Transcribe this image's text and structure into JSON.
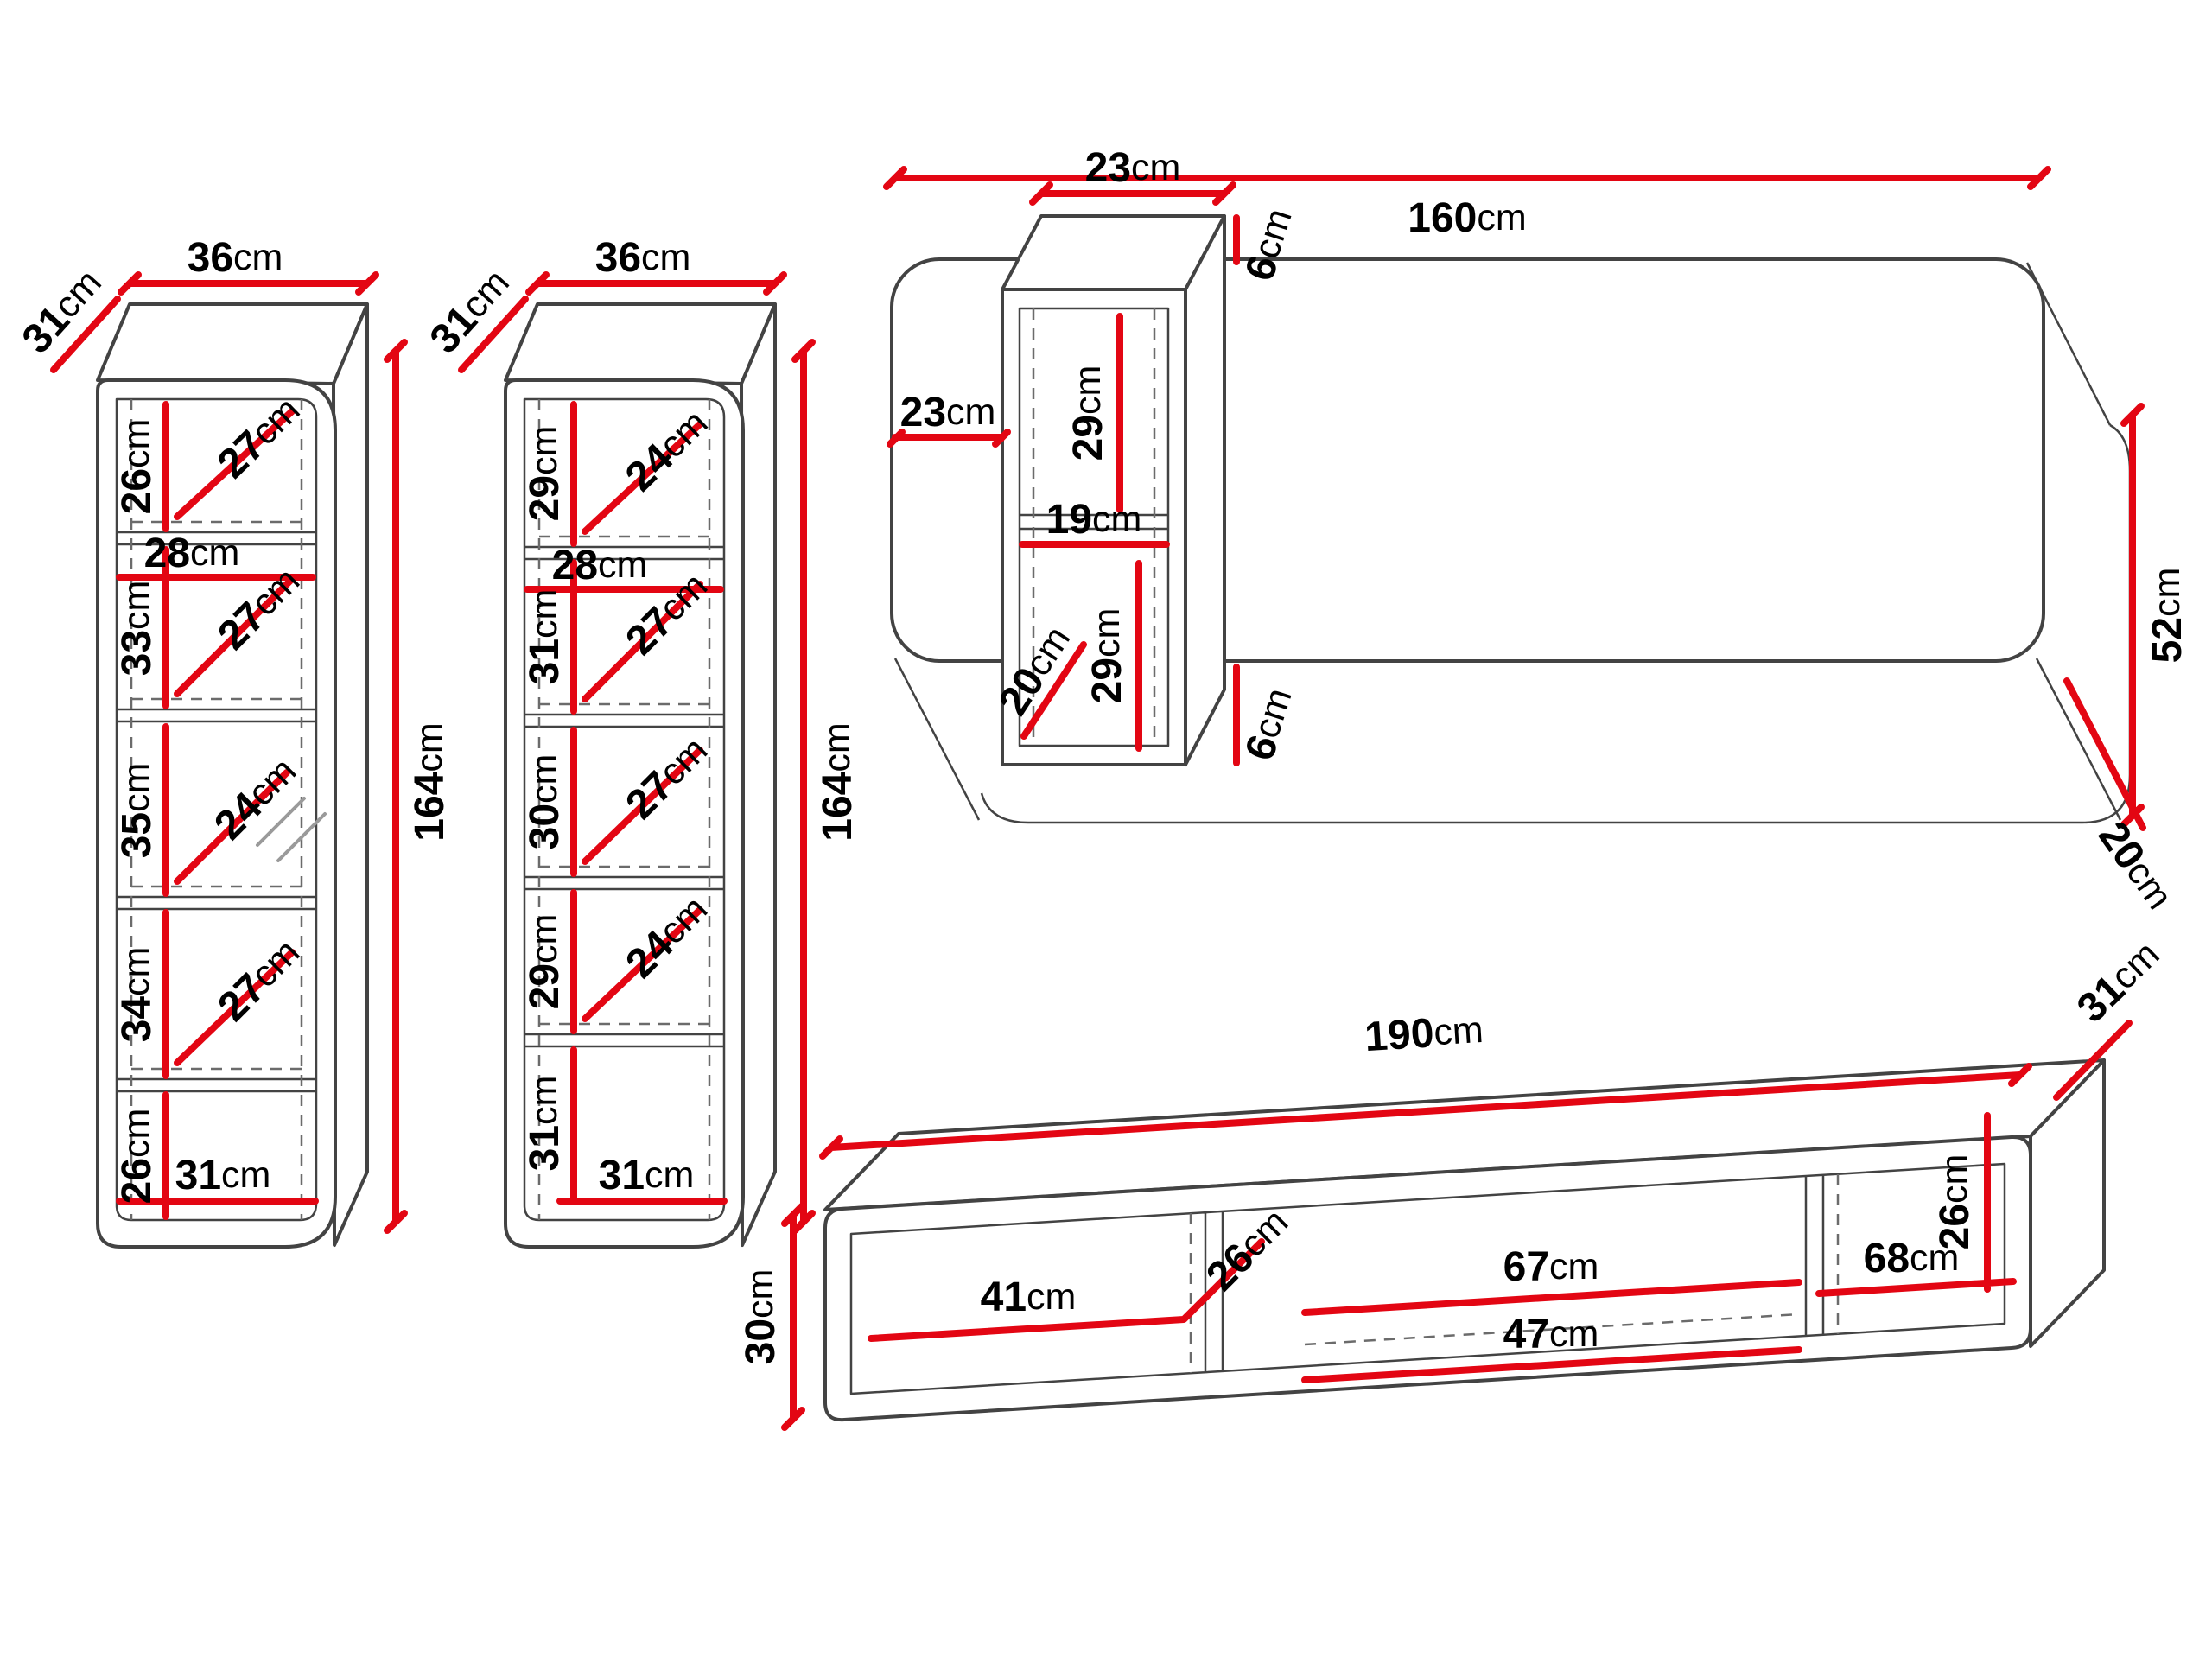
{
  "diagram": {
    "background": "#ffffff",
    "outline_color": "#434343",
    "dimension_color": "#e30613",
    "text_color": "#000000",
    "units": "cm"
  },
  "cabinet_a": {
    "depth": "31cm",
    "width": "36cm",
    "height": "164cm",
    "top_inner_width": "28cm",
    "bottom_inner_width": "31cm",
    "shelf_heights": [
      "26cm",
      "33cm",
      "35cm",
      "34cm",
      "26cm"
    ],
    "inner_widths": [
      "27cm",
      "27cm",
      "24cm",
      "27cm"
    ]
  },
  "cabinet_b": {
    "depth": "31cm",
    "width": "36cm",
    "height": "164cm",
    "top_inner_width": "28cm",
    "bottom_inner_width": "31cm",
    "shelf_heights": [
      "29cm",
      "31cm",
      "30cm",
      "29cm",
      "31cm"
    ],
    "inner_widths": [
      "24cm",
      "27cm",
      "27cm",
      "24cm"
    ]
  },
  "wall_panel": {
    "width": "160cm",
    "height": "52cm",
    "depth": "20cm",
    "shelf_unit": {
      "top_width": "23cm",
      "top_offset": "6cm",
      "left_offset": "23cm",
      "upper_inner_height": "29cm",
      "inner_width": "19cm",
      "lower_inner_height": "29cm",
      "depth": "20cm",
      "bottom_offset": "6cm"
    }
  },
  "tv_stand": {
    "width": "190cm",
    "depth": "31cm",
    "height": "30cm",
    "left_inner_width": "41cm",
    "left_inner_height": "26cm",
    "middle_top_inner_width": "67cm",
    "middle_bottom_inner_width": "47cm",
    "right_inner_width": "68cm",
    "right_inner_height": "26cm"
  }
}
